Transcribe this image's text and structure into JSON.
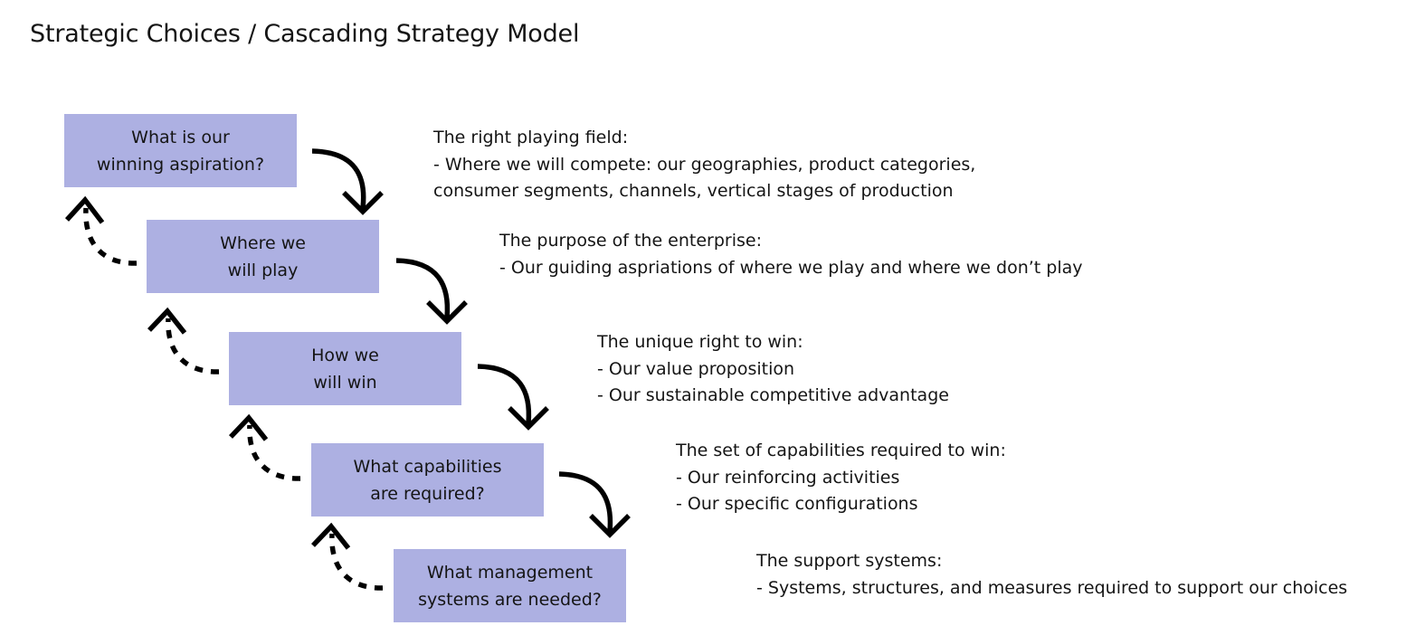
{
  "title": "Strategic Choices / Cascading Strategy Model",
  "colors": {
    "box_fill": "#adb0e2",
    "text": "#151515",
    "arrow": "#000000"
  },
  "steps": [
    {
      "question": [
        "What is our",
        "winning aspiration?"
      ],
      "description": [
        "The right playing field:",
        "- Where we will compete: our geographies, product categories,",
        "consumer segments, channels, vertical stages of production"
      ]
    },
    {
      "question": [
        "Where we",
        "will play"
      ],
      "description": [
        "The purpose of the enterprise:",
        "- Our guiding aspriations of where we play and where we don’t play"
      ]
    },
    {
      "question": [
        "How we",
        "will win"
      ],
      "description": [
        "The unique right to win:",
        "- Our value proposition",
        "- Our sustainable competitive advantage"
      ]
    },
    {
      "question": [
        "What capabilities",
        "are required?"
      ],
      "description": [
        "The set of capabilities required to win:",
        "- Our reinforcing activities",
        "- Our specific configurations"
      ]
    },
    {
      "question": [
        "What management",
        "systems are needed?"
      ],
      "description": [
        "The support systems:",
        "- Systems, structures, and measures required to support our choices"
      ]
    }
  ]
}
